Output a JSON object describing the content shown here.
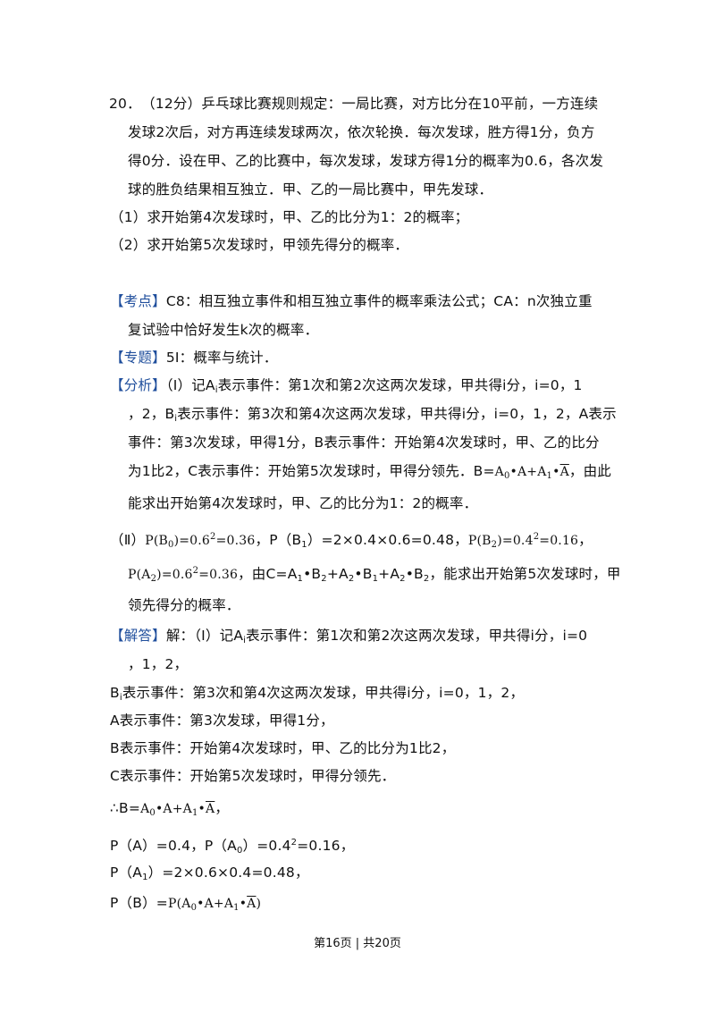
{
  "problem": {
    "number": "20．",
    "points": "（12分）",
    "p1": "乒乓球比赛规则规定：一局比赛，对方比分在10平前，一方连续",
    "p2": "发球2次后，对方再连续发球两次，依次轮换．每次发球，胜方得1分，负方",
    "p3": "得0分．设在甲、乙的比赛中，每次发球，发球方得1分的概率为0.6，各次发",
    "p4": "球的胜负结果相互独立．甲、乙的一局比赛中，甲先发球．",
    "q1": "（1）求开始第4次发球时，甲、乙的比分为1：2的概率；",
    "q2": "（2）求开始第5次发球时，甲领先得分的概率．"
  },
  "kaodian": {
    "tag": "【考点】",
    "l1": "C8：相互独立事件和相互独立事件的概率乘法公式；CA：n次独立重",
    "l2": "复试验中恰好发生k次的概率．"
  },
  "zhuanti": {
    "tag": "【专题】",
    "text": "5I：概率与统计．"
  },
  "fenxi": {
    "tag": "【分析】",
    "l1a": "（Ⅰ）记A",
    "l1b": "表示事件：第1次和第2次这两次发球，甲共得i分，i=0，1",
    "l2a": "，2，B",
    "l2b": "表示事件：第3次和第4次这两次发球，甲共得i分，i=0，1，2，A表示",
    "l3": "事件：第3次发球，甲得1分，B表示事件：开始第4次发球时，甲、乙的比分",
    "l4": "为1比2，C表示事件：开始第5次发球时，甲得分领先．B=",
    "l4end": "，由此",
    "l5": "能求出开始第4次发球时，甲、乙的比分为1：2的概率．",
    "l6a": "（Ⅱ）",
    "l6b": "，P（B",
    "l6c": "）=2×0.4×0.6=0.48，",
    "l7end": "，由C=A",
    "l7tail": "，能求出开始第5次发球时，甲",
    "l8": "领先得分的概率．"
  },
  "jieda": {
    "tag": "【解答】",
    "l1a": "解：（Ⅰ）记A",
    "l1b": "表示事件：第1次和第2次这两次发球，甲共得i分，i=0",
    "l2": "，1，2，",
    "l3a": "B",
    "l3b": "表示事件：第3次和第4次这两次发球，甲共得i分，i=0，1，2，",
    "l4": "A表示事件：第3次发球，甲得1分，",
    "l5": "B表示事件：开始第4次发球时，甲、乙的比分为1比2，",
    "l6": "C表示事件：开始第5次发球时，甲得分领先．",
    "l7": "∴B=",
    "l8": "P（A）=0.4，P（A",
    "l8b": "）=0.4",
    "l8c": "=0.16，",
    "l9a": "P（A",
    "l9b": "）=2×0.6×0.4=0.48，",
    "l10": "P（B）="
  },
  "footer": "第16页 | 共20页"
}
